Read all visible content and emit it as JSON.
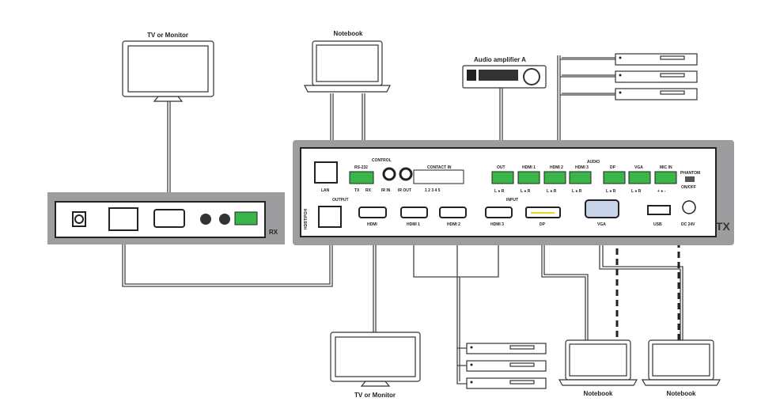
{
  "devices": {
    "tv_top": "TV or Monitor",
    "notebook_top": "Notebook",
    "amplifier": "Audio amplifier A",
    "tv_bottom": "TV or Monitor",
    "notebook_left": "Notebook",
    "notebook_right": "Notebook"
  },
  "rx": {
    "label": "RX"
  },
  "tx": {
    "label": "TX",
    "control": {
      "title": "CONTROL",
      "lan": "LAN",
      "rs232": "RS-232",
      "tx": "TX",
      "rx": "RX",
      "ir_in": "IR IN",
      "ir_out": "IR OUT",
      "contact_in": "CONTACT IN",
      "contact_pins": "1 2 3 4 5"
    },
    "audio": {
      "title": "AUDIO",
      "ports": [
        "OUT",
        "HDMI 1",
        "HDMI 2",
        "HDMI 3",
        "DP",
        "VGA",
        "MIC IN"
      ],
      "phantom": "PHANTOM",
      "phantom_state": "ON/OFF",
      "lr": "L ● R",
      "mic_pins": "+ ● -"
    },
    "output": {
      "title": "OUTPUT",
      "hdbt": "HDBT/POH",
      "hdmi": "HDMI"
    },
    "input": {
      "title": "INPUT",
      "ports": [
        "HDMI 1",
        "HDMI 2",
        "HDMI 3",
        "DP",
        "VGA"
      ]
    },
    "usb": "USB",
    "dc": "DC 24V"
  },
  "colors": {
    "panel": "#9d9d9f",
    "terminal": "#3ab54a",
    "dp_accent": "#f2d21b"
  }
}
